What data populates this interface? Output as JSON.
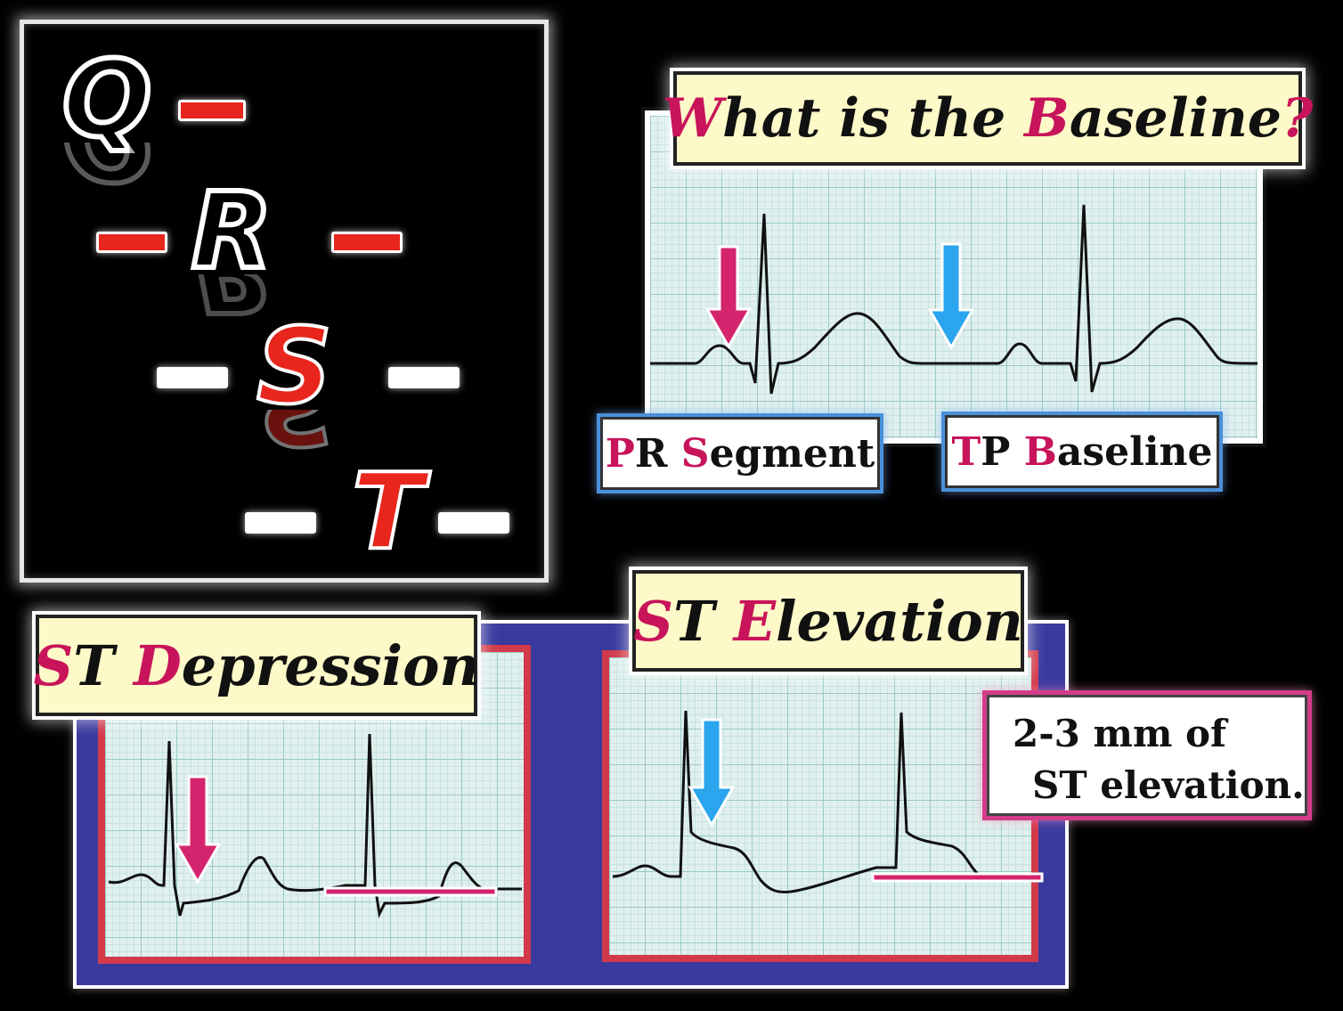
{
  "qrst": {
    "letters": [
      "Q",
      "R",
      "S",
      "T"
    ],
    "dash_symbol": "—"
  },
  "baseline_panel": {
    "title_first": "W",
    "title_mid": "hat is the ",
    "title_accent": "B",
    "title_rest": "aseline",
    "title_q": "?",
    "pr_label": {
      "a": "P",
      "b": "R ",
      "c": "S",
      "d": "egment"
    },
    "tp_label": {
      "a": "T",
      "b": "P ",
      "c": "B",
      "d": "aseline"
    }
  },
  "depression_panel": {
    "title_a": "S",
    "title_b": "T ",
    "title_c": "D",
    "title_d": "epression"
  },
  "elevation_panel": {
    "title_a": "S",
    "title_b": "T ",
    "title_c": "E",
    "title_d": "levation",
    "note_line1": "2-3 mm of",
    "note_line2": "ST elevation."
  },
  "colors": {
    "accent": "#c8145a",
    "arrow_magenta": "#d4246e",
    "arrow_blue": "#2aa5ee",
    "letter_red": "#e8261d",
    "panel_blue": "#3a3a9e"
  },
  "icons": [
    "down-arrow-icon"
  ]
}
